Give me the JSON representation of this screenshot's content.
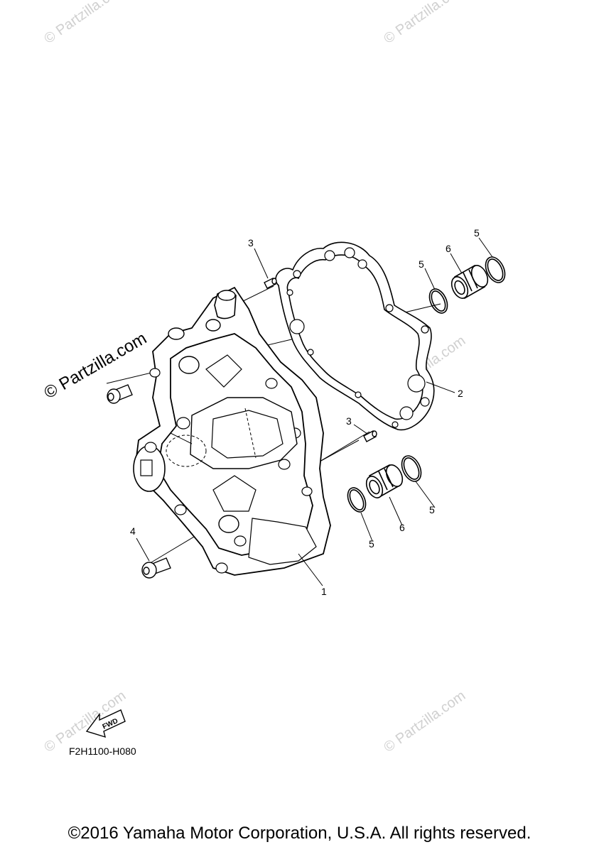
{
  "diagram": {
    "callouts": {
      "p1": "1",
      "p2": "2",
      "p3a": "3",
      "p3b": "3",
      "p4": "4",
      "p5a": "5",
      "p5b": "5",
      "p5c": "5",
      "p5d": "5",
      "p6a": "6",
      "p6b": "6"
    },
    "fwd_label": "FWD",
    "diagram_code": "F2H1100-H080"
  },
  "watermarks": {
    "text": "© Partzilla.com",
    "featured": "© Partzilla.com"
  },
  "footer": {
    "copyright": "©2016 Yamaha Motor Corporation, U.S.A. All rights reserved."
  },
  "colors": {
    "line": "#000000",
    "watermark": "#d0d0d0",
    "background": "#ffffff"
  }
}
